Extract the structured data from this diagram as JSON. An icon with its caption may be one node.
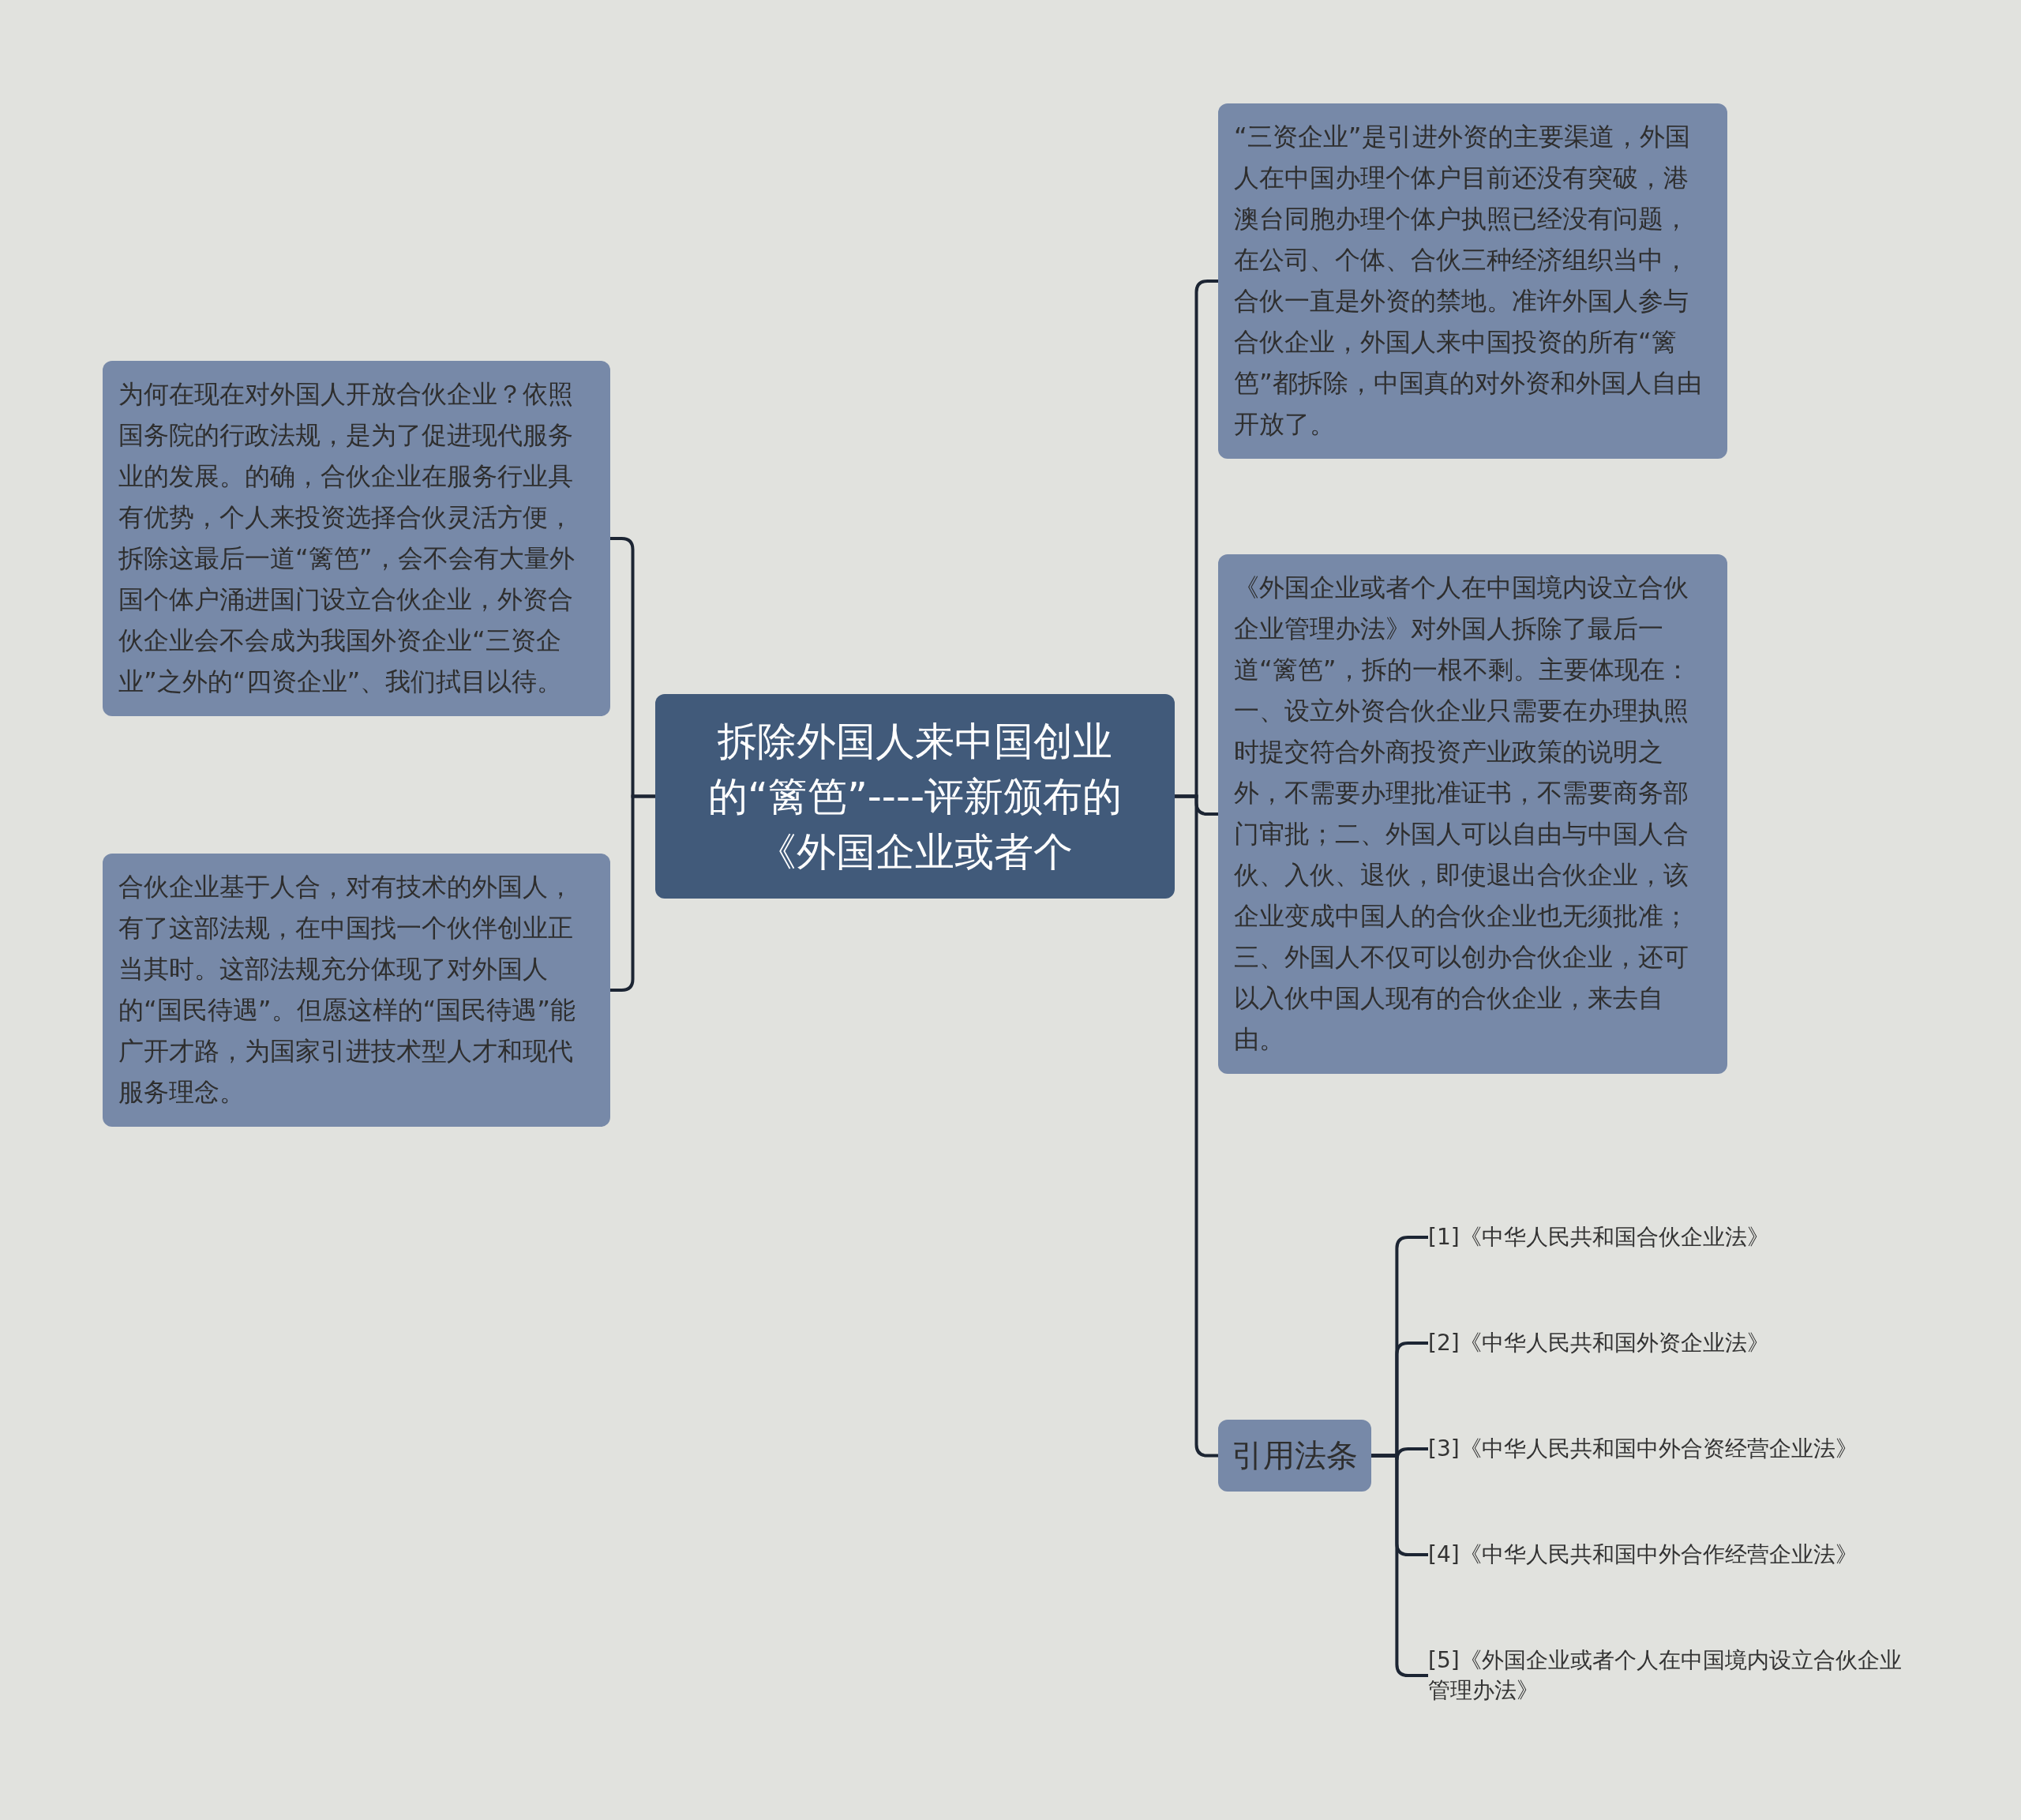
{
  "diagram": {
    "nodes": [
      {
        "text": [
          "拆除外国人来中国创业的“篱笆”----评新颁布的《外国企业或者个"
        ]
      },
      {
        "text": [
          "为何在现在对外国人开放合伙企业？依照国务院的行政法规，是为了促进现代服务业的发展。的确，合伙企业在服务行业具有优势，个人来投资选择合伙灵活方便，拆除这最后一道“篱笆”，会不会有大量外国个体户涌进国门设立合伙企业，外资合伙企业会不会成为我国外资企业“三资企业”之外的“四资企业”、我们拭目以待。"
        ]
      },
      {
        "text": [
          "合伙企业基于人合，对有技术的外国人，有了这部法规，在中国找一个伙伴创业正当其时。这部法规充分体现了对外国人的“国民待遇”。但愿这样的“国民待遇”能广开才路，为国家引进技术型人才和现代服务理念。"
        ]
      },
      {
        "text": [
          "“三资企业”是引进外资的主要渠道，外国人在中国办理个体户目前还没有突破，港澳台同胞办理个体户执照已经没有问题，在公司、个体、合伙三种经济组织当中，合伙一直是外资的禁地。准许外国人参与合伙企业，外国人来中国投资的所有“篱笆”都拆除，中国真的对外资和外国人自由开放了。"
        ]
      },
      {
        "text": [
          "《外国企业或者个人在中国境内设立合伙企业管理办法》对外国人拆除了最后一道“篱笆”，拆的一根不剩。主要体现在：一、设立外资合伙企业只需要在办理执照时提交符合外商投资产业政策的说明之外，不需要办理批准证书，不需要商务部门审批；二、外国人可以自由与中国人合伙、入伙、退伙，即使退出合伙企业，该企业变成中国人的合伙企业也无须批准；三、外国人不仅可以创办合伙企业，还可以入伙中国人现有的合伙企业，来去自由。"
        ]
      },
      {
        "text": [
          "引用法条"
        ]
      },
      {
        "text": [
          "[1]《中华人民共和国合伙企业法》"
        ]
      },
      {
        "text": [
          "[2]《中华人民共和国外资企业法》"
        ]
      },
      {
        "text": [
          "[3]《中华人民共和国中外合资经营企业法》"
        ]
      },
      {
        "text": [
          "[4]《中华人民共和国中外合作经营企业法》"
        ]
      },
      {
        "text": [
          "[5]《外国企业或者个人在中国境内设立合伙企业管理办法》"
        ]
      }
    ],
    "edges": [
      {
        "from": 0,
        "to": 1,
        "arrow": "none"
      },
      {
        "from": 0,
        "to": 2,
        "arrow": "none"
      },
      {
        "from": 0,
        "to": 3,
        "arrow": "none"
      },
      {
        "from": 0,
        "to": 4,
        "arrow": "none"
      },
      {
        "from": 0,
        "to": 5,
        "arrow": "none"
      },
      {
        "from": 5,
        "to": 6,
        "arrow": "none"
      },
      {
        "from": 5,
        "to": 7,
        "arrow": "none"
      },
      {
        "from": 5,
        "to": 8,
        "arrow": "none"
      },
      {
        "from": 5,
        "to": 9,
        "arrow": "none"
      },
      {
        "from": 5,
        "to": 10,
        "arrow": "none"
      }
    ]
  }
}
